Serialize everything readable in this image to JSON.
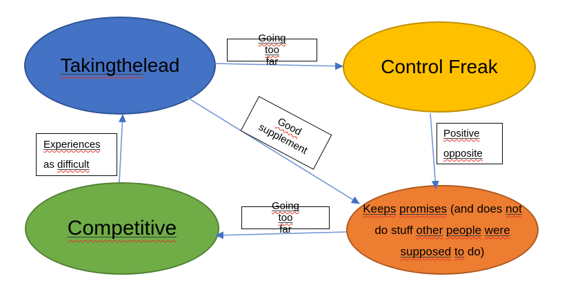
{
  "diagram": {
    "background": "#FFFFFF",
    "colors": {
      "arrow_line": "#7396D5",
      "arrow_head": "#4472C4",
      "flag_underline": "#3B3B3B",
      "squiggle_red": "#E0342B",
      "label_box_border": "#0A0A0A",
      "label_box_fill": "#FFFFFF"
    },
    "nodes": [
      {
        "id": "taking-the-lead",
        "label": "Taking the lead",
        "fill": "#4472C4",
        "border": "#2F5597",
        "parts": [
          {
            "t": "Taking",
            "f": 2
          },
          {
            "t": " ",
            "f": 0
          },
          {
            "t": "the",
            "f": 2
          },
          {
            "t": " lead",
            "f": 0
          }
        ]
      },
      {
        "id": "control-freak",
        "label": "Control Freak",
        "fill": "#FFC000",
        "border": "#BF9000",
        "parts": [
          {
            "t": "Control Freak",
            "f": 0
          }
        ]
      },
      {
        "id": "competitive",
        "label": "Competitive",
        "fill": "#70AD47",
        "border": "#538135",
        "parts": [
          {
            "t": "Competitive",
            "f": 2
          }
        ]
      },
      {
        "id": "keeps-promises",
        "label": "Keeps promises (and does not do stuff other people were supposed to do)",
        "fill": "#ED7D31",
        "border": "#AE5A21",
        "lines": [
          [
            {
              "t": "Keeps",
              "f": 2
            },
            {
              "t": " ",
              "f": 0
            },
            {
              "t": "promises",
              "f": 2
            },
            {
              "t": " (and does ",
              "f": 0
            },
            {
              "t": "not",
              "f": 2
            }
          ],
          [
            {
              "t": "do stuff ",
              "f": 0
            },
            {
              "t": "other",
              "f": 2
            },
            {
              "t": " ",
              "f": 0
            },
            {
              "t": "people",
              "f": 2
            },
            {
              "t": " ",
              "f": 0
            },
            {
              "t": "were",
              "f": 2
            }
          ],
          [
            {
              "t": "supposed",
              "f": 2
            },
            {
              "t": " ",
              "f": 0
            },
            {
              "t": "to",
              "f": 2
            },
            {
              "t": " do)",
              "f": 0
            }
          ]
        ]
      }
    ],
    "edge_labels": [
      {
        "id": "going-too-far-top",
        "label": "Going too far",
        "parts": [
          {
            "t": "Going",
            "f": 2
          },
          {
            "t": " ",
            "f": 0
          },
          {
            "t": "too",
            "f": 2
          },
          {
            "t": " far",
            "f": 0
          }
        ]
      },
      {
        "id": "positive-opposite",
        "label": "Positive opposite",
        "lines": [
          [
            {
              "t": "Positive",
              "f": 2
            }
          ],
          [
            {
              "t": "opposite",
              "f": 2
            }
          ]
        ]
      },
      {
        "id": "good-supplement",
        "label": "Good supplement",
        "rotation_deg": 28,
        "lines": [
          [
            {
              "t": "Good",
              "f": 1
            }
          ],
          [
            {
              "t": "supplement",
              "f": 0
            }
          ]
        ]
      },
      {
        "id": "going-too-far-bottom",
        "label": "Going too far",
        "parts": [
          {
            "t": "Going",
            "f": 2
          },
          {
            "t": " ",
            "f": 0
          },
          {
            "t": "too",
            "f": 2
          },
          {
            "t": " far",
            "f": 0
          }
        ]
      },
      {
        "id": "experiences-as-difficult",
        "label": "Experiences as difficult",
        "lines": [
          [
            {
              "t": "Experiences",
              "f": 2
            }
          ],
          [
            {
              "t": "as ",
              "f": 0
            },
            {
              "t": "difficult",
              "f": 2
            }
          ]
        ]
      }
    ],
    "edges": [
      {
        "from": "taking-the-lead",
        "to": "control-freak",
        "label": "Going too far"
      },
      {
        "from": "control-freak",
        "to": "keeps-promises",
        "label": "Positive opposite"
      },
      {
        "from": "taking-the-lead",
        "to": "keeps-promises",
        "label": "Good supplement"
      },
      {
        "from": "keeps-promises",
        "to": "competitive",
        "label": "Going too far"
      },
      {
        "from": "competitive",
        "to": "taking-the-lead",
        "label": "Experiences as difficult"
      }
    ]
  }
}
